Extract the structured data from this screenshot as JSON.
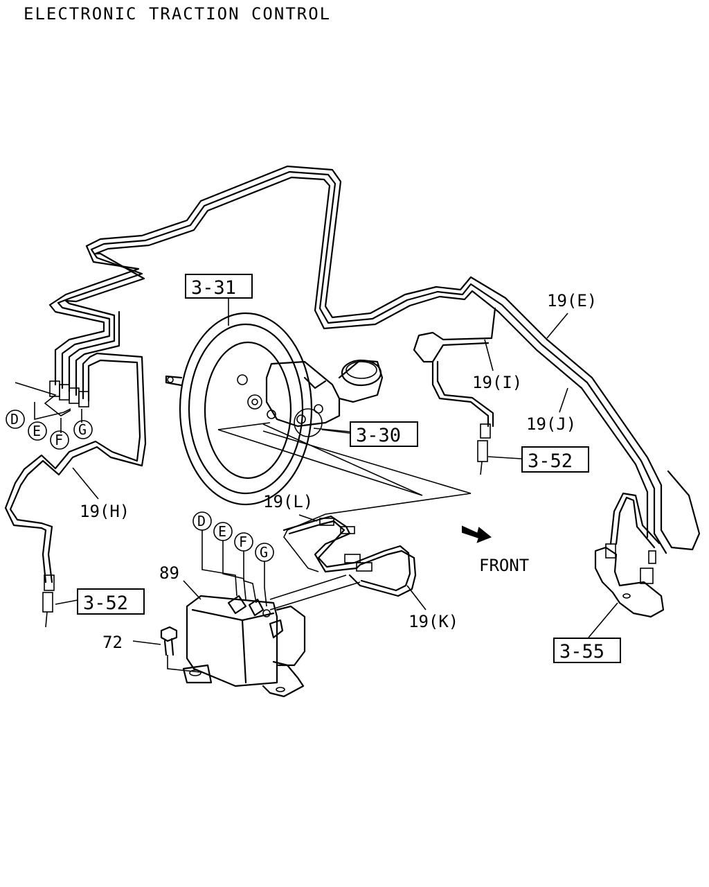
{
  "title": "ELECTRONIC TRACTION CONTROL",
  "callouts": {
    "booster": "3-31",
    "master_cylinder": "3-30",
    "hose_left": "3-52",
    "hose_right": "3-52",
    "bracket": "3-55"
  },
  "parts": {
    "pipe_e": "19(E)",
    "pipe_i": "19(I)",
    "pipe_j": "19(J)",
    "pipe_h": "19(H)",
    "pipe_l": "19(L)",
    "pipe_k": "19(K)",
    "hydraulic_unit": "89",
    "bolt": "72"
  },
  "direction_label": "FRONT",
  "connector_letters_left": [
    "D",
    "E",
    "F",
    "G"
  ],
  "connector_letters_unit": [
    "D",
    "E",
    "F",
    "G"
  ]
}
